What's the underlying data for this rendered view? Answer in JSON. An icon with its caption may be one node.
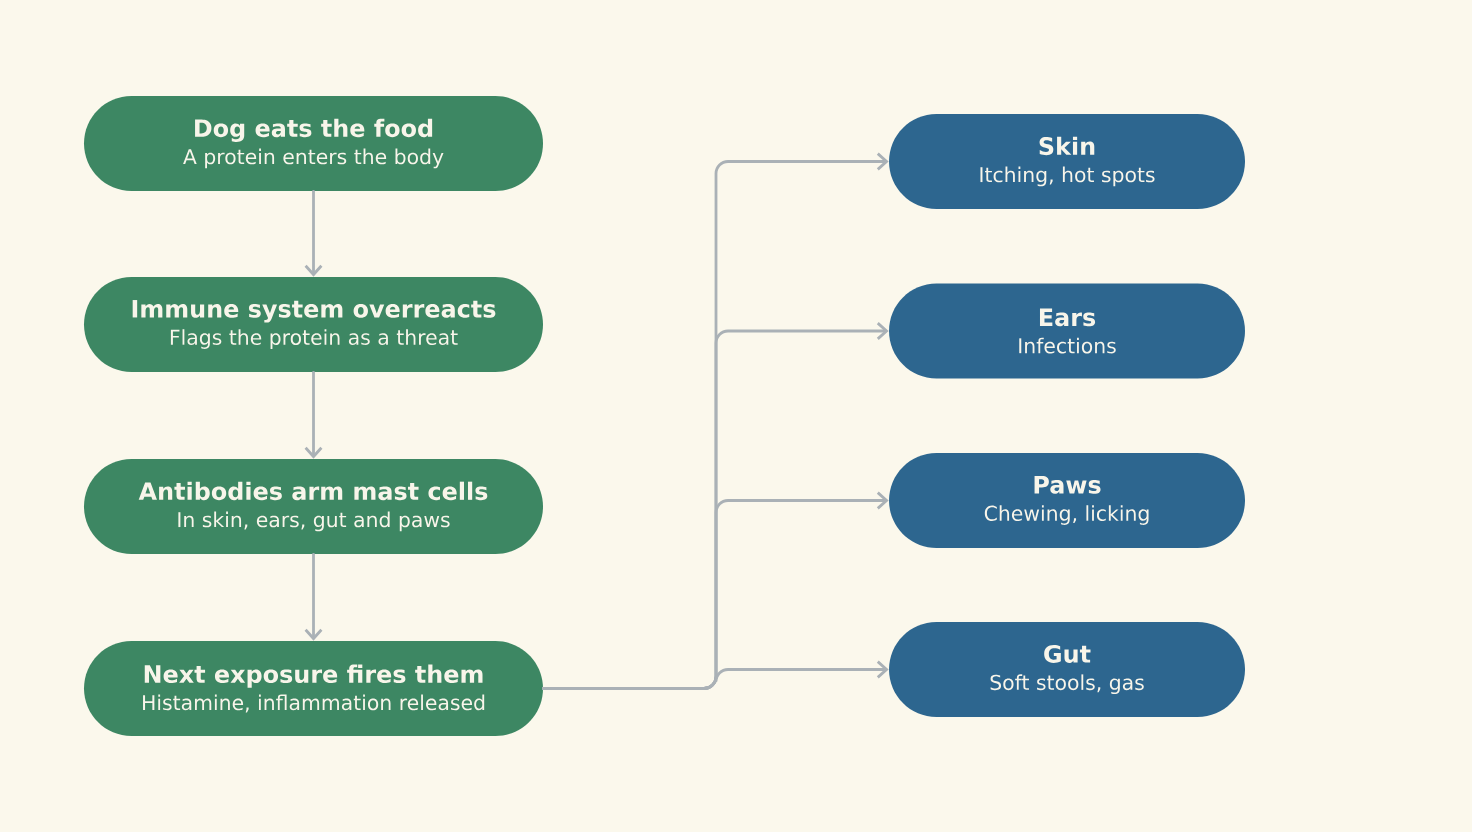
{
  "diagram": {
    "nodes": [
      {
        "text": [
          "Dog eats the food",
          "A protein enters the body"
        ]
      },
      {
        "text": [
          "Immune system overreacts",
          "Flags the protein as a threat"
        ]
      },
      {
        "text": [
          "Antibodies arm mast cells",
          "In skin, ears, gut and paws"
        ]
      },
      {
        "text": [
          "Next exposure fires them",
          "Histamine, inflammation released"
        ]
      },
      {
        "text": [
          "Skin",
          "Itching, hot spots"
        ]
      },
      {
        "text": [
          "Ears",
          "Infections"
        ]
      },
      {
        "text": [
          "Paws",
          "Chewing, licking"
        ]
      },
      {
        "text": [
          "Gut",
          "Soft stools, gas"
        ]
      }
    ],
    "edges": [
      {
        "from": 0,
        "to": 1,
        "arrow": "to"
      },
      {
        "from": 1,
        "to": 2,
        "arrow": "to"
      },
      {
        "from": 2,
        "to": 3,
        "arrow": "to"
      },
      {
        "from": 3,
        "to": 4,
        "arrow": "to"
      },
      {
        "from": 3,
        "to": 5,
        "arrow": "to"
      },
      {
        "from": 3,
        "to": 6,
        "arrow": "to"
      },
      {
        "from": 3,
        "to": 7,
        "arrow": "to"
      }
    ]
  }
}
